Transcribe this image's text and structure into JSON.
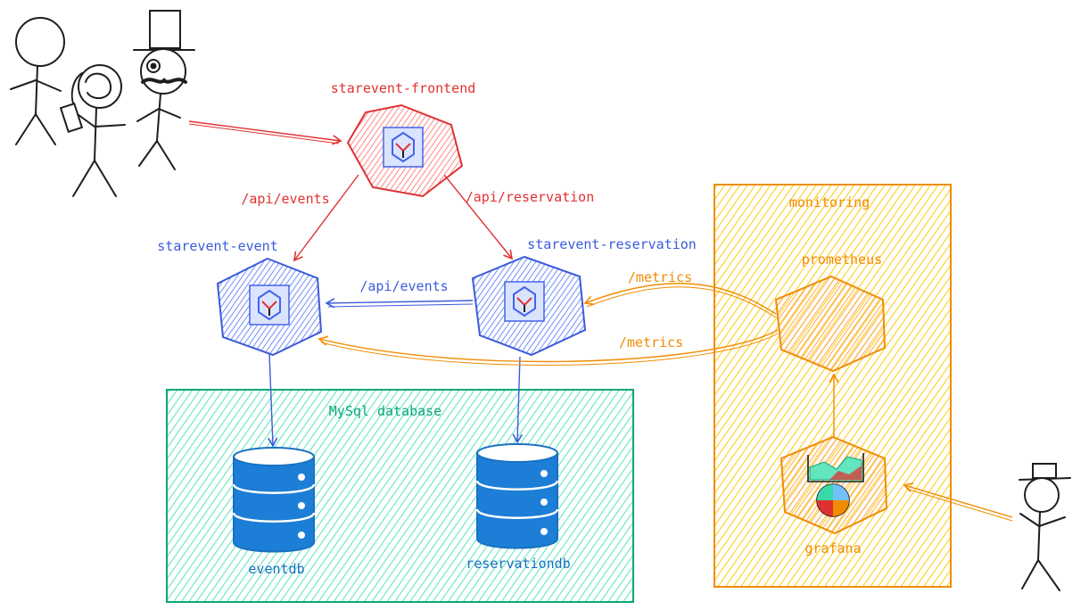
{
  "colors": {
    "red": "#e03131",
    "red_fill": "#ff8787",
    "blue": "#3b5bdb",
    "blue_fill": "#748ffc",
    "orange": "#f08c00",
    "orange_fill": "#ffc078",
    "monitor_fill": "#ffd43b",
    "green": "#0ca678",
    "green_fill": "#63e6be",
    "db_blue": "#1971c2",
    "black": "#1e1e1e"
  },
  "nodes": {
    "frontend": {
      "label": "starevent-frontend",
      "icon": "quarkus-logo-icon"
    },
    "event": {
      "label": "starevent-event",
      "icon": "quarkus-logo-icon"
    },
    "reservation": {
      "label": "starevent-reservation",
      "icon": "quarkus-logo-icon"
    },
    "prometheus": {
      "label": "prometheus"
    },
    "grafana": {
      "label": "grafana",
      "icon": "grafana-dashboard-icon"
    }
  },
  "groups": {
    "mysql": {
      "label": "MySql database"
    },
    "monitoring": {
      "label": "monitoring"
    }
  },
  "databases": {
    "eventdb": {
      "label": "eventdb",
      "icon": "database-icon"
    },
    "reservationdb": {
      "label": "reservationdb",
      "icon": "database-icon"
    }
  },
  "edges": {
    "frontend_to_event": "/api/events",
    "frontend_to_reservation": "/api/reservation",
    "reservation_to_event": "/api/events",
    "prometheus_to_reservation": "/metrics",
    "prometheus_to_event": "/metrics"
  },
  "actors": {
    "users": "users-stick-figures-icon",
    "admin": "admin-stick-figure-icon"
  }
}
